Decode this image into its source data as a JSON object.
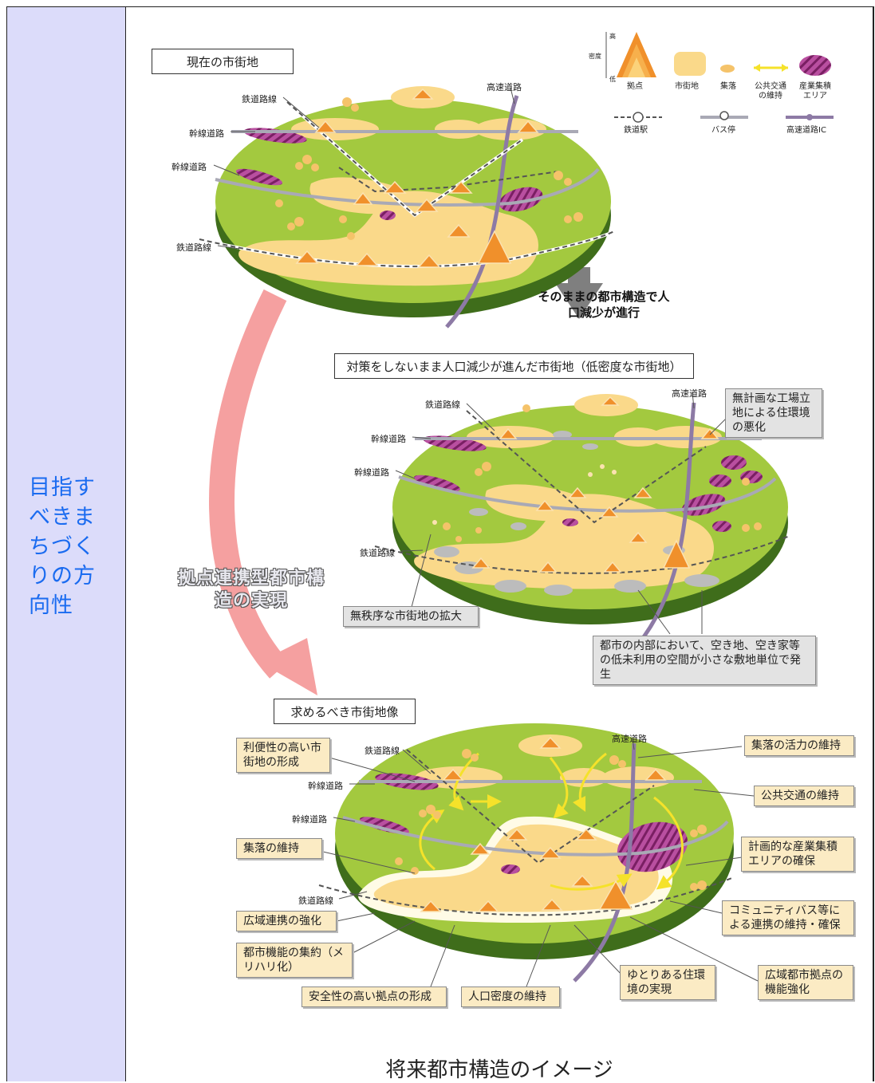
{
  "heading": "目指すべきまちづくりの方向性",
  "caption": "将来都市構造のイメージ",
  "legend": {
    "high": "高",
    "density": "密度",
    "low": "低",
    "hub": "拠点",
    "urban": "市街地",
    "village": "集落",
    "transit": "公共交通の維持",
    "industrial": "産業集積エリア",
    "station": "鉄道駅",
    "busstop": "バス停",
    "highway_ic": "高速道路IC"
  },
  "panel_current": {
    "title": "現在の市街地",
    "rail_top": "鉄道路線",
    "trunk1": "幹線道路",
    "trunk2": "幹線道路",
    "rail_bottom": "鉄道路線",
    "highway": "高速道路"
  },
  "transition_arrow": "そのままの都市構造で人口減少が進行",
  "big_arrow": "拠点連携型都市構造の実現",
  "panel_decline": {
    "title": "対策をしないまま人口減少が進んだ市街地（低密度な市街地）",
    "rail_top": "鉄道路線",
    "trunk1": "幹線道路",
    "trunk2": "幹線道路",
    "rail_bottom": "鉄道路線",
    "highway": "高速道路",
    "factory_note": "無計画な工場立地による住環境の悪化",
    "sprawl_note": "無秩序な市街地の拡大",
    "vacancy_note": "都市の内部において、空き地、空き家等の低未利用の空間が小さな敷地単位で発生"
  },
  "panel_future": {
    "title": "求めるべき市街地像",
    "rail_top": "鉄道路線",
    "trunk1": "幹線道路",
    "trunk2": "幹線道路",
    "rail_bottom": "鉄道路線",
    "highway": "高速道路",
    "c_convenient": "利便性の高い市街地の形成",
    "c_village": "集落の維持",
    "c_wide": "広域連携の強化",
    "c_compact": "都市機能の集約（メリハリ化）",
    "c_safe": "安全性の高い拠点の形成",
    "c_density": "人口密度の維持",
    "c_vitality": "集落の活力の維持",
    "c_transit": "公共交通の維持",
    "c_industry": "計画的な産業集積エリアの確保",
    "c_bus": "コミュニティバス等による連携の維持・確保",
    "c_regional": "広域都市拠点の機能強化",
    "c_living": "ゆとりある住環境の実現"
  },
  "colors": {
    "grass": "#a3c93f",
    "grass_edge": "#4f7d1f",
    "urban": "#fad98a",
    "hub": "#f0902b",
    "industrial": "#a0307a",
    "heading": "#1a6bf0",
    "arrow_pink": "#f5a0a0"
  }
}
